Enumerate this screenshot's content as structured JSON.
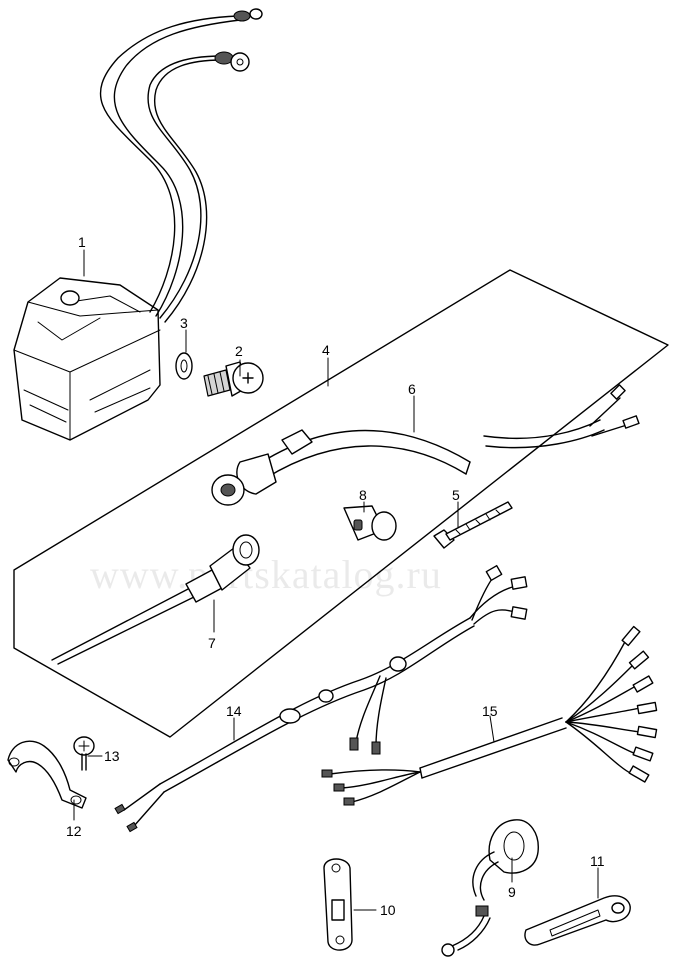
{
  "watermark": "www.partskatalog.ru",
  "callouts": {
    "c1": "1",
    "c2": "2",
    "c3": "3",
    "c4": "4",
    "c5": "5",
    "c6": "6",
    "c7": "7",
    "c8": "8",
    "c9": "9",
    "c10": "10",
    "c11": "11",
    "c12": "12",
    "c13": "13",
    "c14": "14",
    "c15": "15"
  }
}
